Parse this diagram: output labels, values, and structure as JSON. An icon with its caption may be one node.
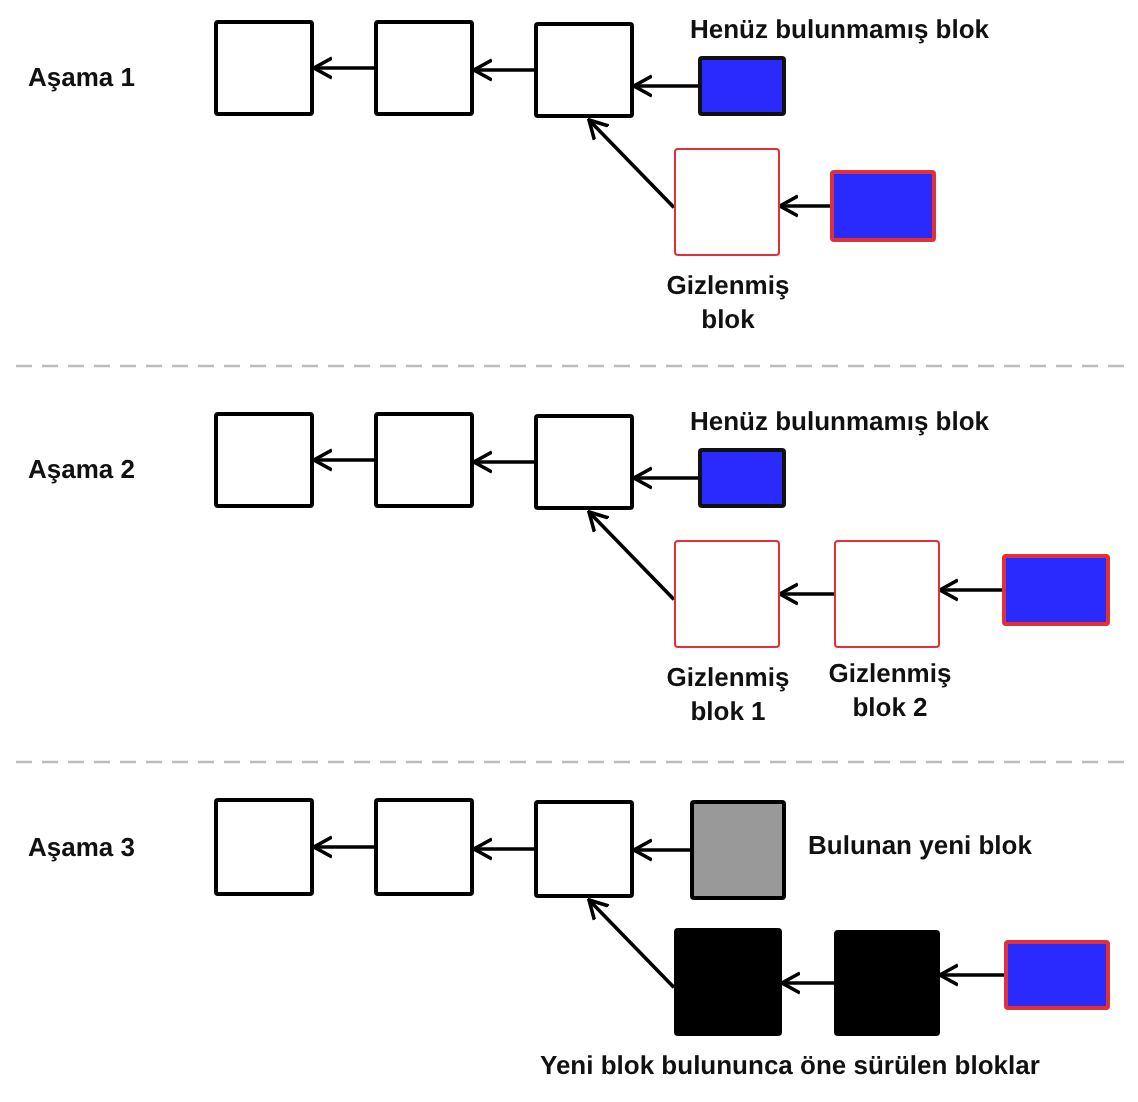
{
  "diagram": {
    "nodes": [
      {
        "text": [],
        "shape": "box"
      },
      {
        "text": [],
        "shape": "box"
      },
      {
        "text": [],
        "shape": "box"
      },
      {
        "text": [],
        "shape": "box",
        "beside": [
          "Henüz bulunmamış blok"
        ]
      },
      {
        "text": [],
        "shape": "box",
        "beside": [
          "Gizlenmiş blok"
        ]
      },
      {
        "text": [],
        "shape": "box"
      },
      {
        "text": [],
        "shape": "box"
      },
      {
        "text": [],
        "shape": "box"
      },
      {
        "text": [],
        "shape": "box"
      },
      {
        "text": [],
        "shape": "box",
        "beside": [
          "Henüz bulunmamış blok"
        ]
      },
      {
        "text": [],
        "shape": "box",
        "beside": [
          "Gizlenmiş blok 1"
        ]
      },
      {
        "text": [],
        "shape": "box",
        "beside": [
          "Gizlenmiş blok 2"
        ]
      },
      {
        "text": [],
        "shape": "box"
      },
      {
        "text": [],
        "shape": "box"
      },
      {
        "text": [],
        "shape": "box"
      },
      {
        "text": [],
        "shape": "box"
      },
      {
        "text": [],
        "shape": "box",
        "beside": [
          "Bulunan yeni blok"
        ]
      },
      {
        "text": [],
        "shape": "box"
      },
      {
        "text": [],
        "shape": "box"
      },
      {
        "text": [],
        "shape": "box"
      }
    ],
    "edges": [
      {
        "from": 1,
        "to": 0,
        "arrow": "to"
      },
      {
        "from": 2,
        "to": 1,
        "arrow": "to"
      },
      {
        "from": 3,
        "to": 2,
        "arrow": "to"
      },
      {
        "from": 4,
        "to": 2,
        "arrow": "to"
      },
      {
        "from": 5,
        "to": 4,
        "arrow": "to"
      },
      {
        "from": 7,
        "to": 6,
        "arrow": "to"
      },
      {
        "from": 8,
        "to": 7,
        "arrow": "to"
      },
      {
        "from": 9,
        "to": 8,
        "arrow": "to"
      },
      {
        "from": 10,
        "to": 8,
        "arrow": "to"
      },
      {
        "from": 11,
        "to": 10,
        "arrow": "to"
      },
      {
        "from": 12,
        "to": 11,
        "arrow": "to"
      },
      {
        "from": 14,
        "to": 13,
        "arrow": "to"
      },
      {
        "from": 15,
        "to": 14,
        "arrow": "to"
      },
      {
        "from": 16,
        "to": 15,
        "arrow": "to"
      },
      {
        "from": 17,
        "to": 15,
        "arrow": "to"
      },
      {
        "from": 18,
        "to": 17,
        "arrow": "to"
      },
      {
        "from": 19,
        "to": 18,
        "arrow": "to"
      }
    ],
    "labels": [
      "Aşama 1",
      "Aşama 2",
      "Aşama 3",
      "Yeni blok bulununca öne sürülen bloklar"
    ]
  }
}
